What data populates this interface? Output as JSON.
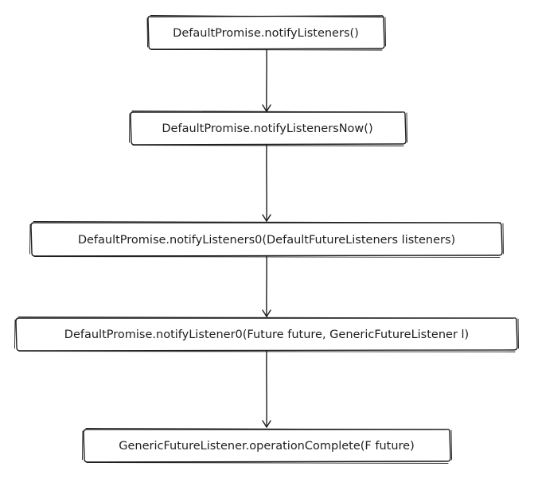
{
  "diagram": {
    "nodes": [
      {
        "id": "n1",
        "label": "DefaultPromise.notifyListeners()"
      },
      {
        "id": "n2",
        "label": "DefaultPromise.notifyListenersNow()"
      },
      {
        "id": "n3",
        "label": "DefaultPromise.notifyListeners0(DefaultFutureListeners listeners)"
      },
      {
        "id": "n4",
        "label": "DefaultPromise.notifyListener0(Future future, GenericFutureListener l)"
      },
      {
        "id": "n5",
        "label": "GenericFutureListener.operationComplete(F future)"
      }
    ],
    "edges": [
      {
        "from": "n1",
        "to": "n2"
      },
      {
        "from": "n2",
        "to": "n3"
      },
      {
        "from": "n3",
        "to": "n4"
      },
      {
        "from": "n4",
        "to": "n5"
      }
    ],
    "colors": {
      "stroke": "#1e1e1e",
      "fill": "#ffffff",
      "text": "#1e1e1e"
    }
  }
}
